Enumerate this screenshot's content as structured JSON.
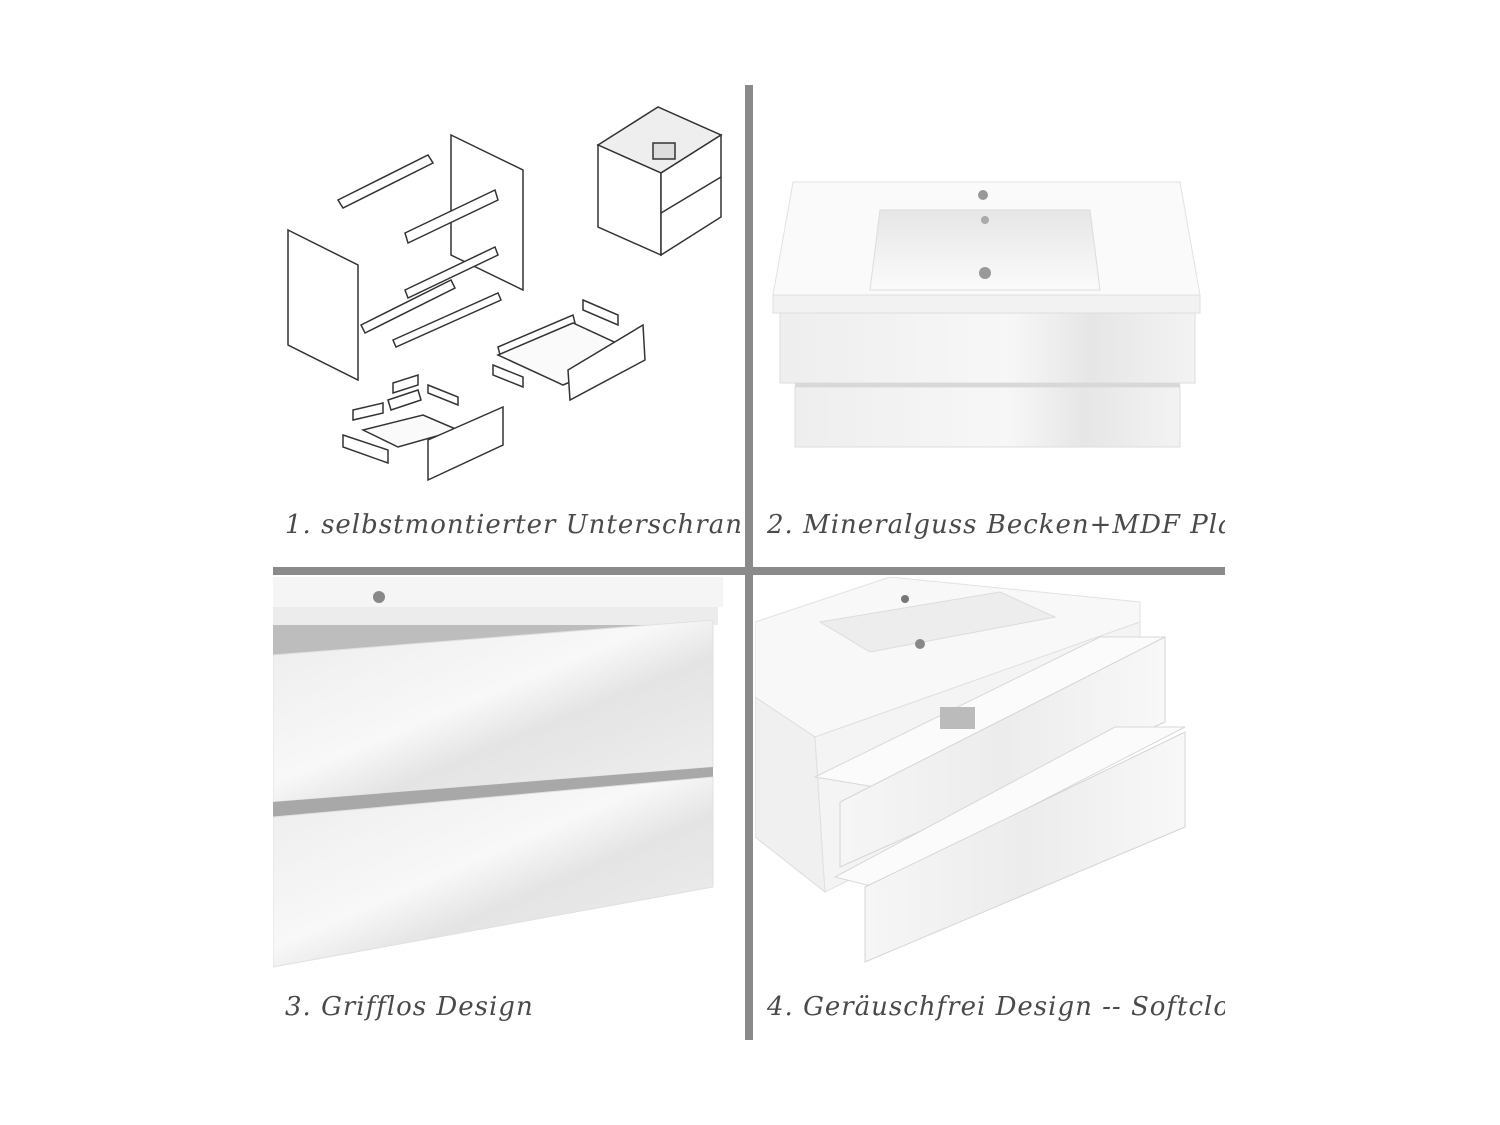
{
  "panels": [
    {
      "number": "1.",
      "caption": "selbstmontierter Unterschrank",
      "image": "assembly-diagram"
    },
    {
      "number": "2.",
      "caption": "Mineralguss Becken+MDF Platte",
      "image": "vanity-front"
    },
    {
      "number": "3.",
      "caption": "Grifflos Design",
      "image": "handleless-closeup"
    },
    {
      "number": "4.",
      "caption": "Geräuschfrei Design -- Softclose",
      "image": "open-drawers"
    }
  ],
  "colors": {
    "divider": "#8a8a8a",
    "caption": "#4a4a4a",
    "cabinet": "#f4f4f4",
    "line": "#333333"
  }
}
